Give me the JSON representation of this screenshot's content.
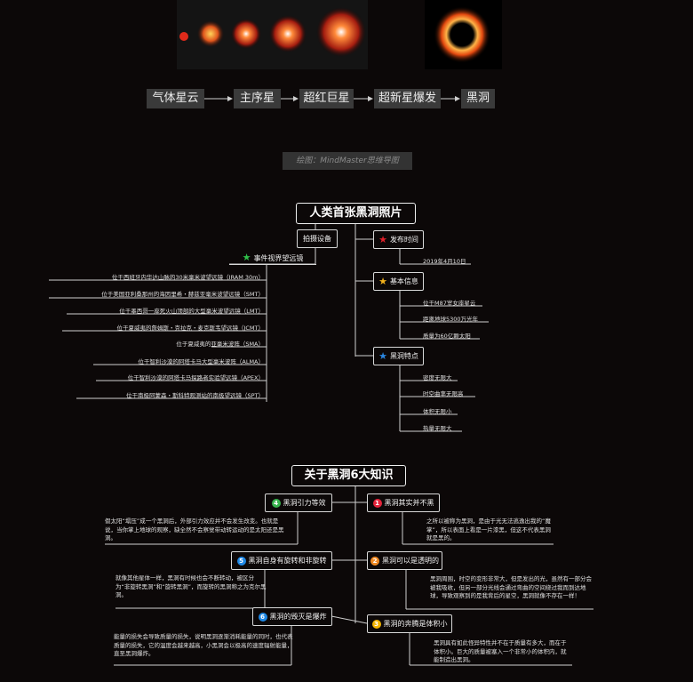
{
  "evolution": {
    "stages": [
      "气体星云",
      "主序星",
      "超红巨星",
      "超新星爆发",
      "黑洞"
    ]
  },
  "credit": "绘图：MindMaster思维导图",
  "map1": {
    "root": "人类首张黑洞照片",
    "equipment": {
      "label": "拍摄设备",
      "telescope": {
        "label": "事件视界望远镜",
        "items": [
          "位于西班牙内华达山脉的30米毫米波望远镜（IRAM 30m）",
          "位于美国亚利桑那州的海因里希・赫兹亚毫米波望远镜（SMT）",
          "位于墨西哥一座死火山顶部的大型毫米波望远镜（LMT）",
          "位于夏威夷的詹姆斯・克拉克・麦克斯韦望远镜（JCMT）",
          "位于夏威夷的亚毫米波阵（SMA）",
          "位于智利沙漠的阿塔卡马大型毫米波阵（ALMA）",
          "位于智利沙漠的阿塔卡马探路者实验望远镜（APEX）",
          "位于南极阿蒙森・斯科特观测站的南极望远镜（SPT）"
        ]
      }
    },
    "release": {
      "label": "发布时间",
      "items": [
        "2019年4月10日"
      ]
    },
    "basic": {
      "label": "基本信息",
      "items": [
        "位于M87室女座星云",
        "距离地球5300万光年",
        "质量为60亿颗太阳"
      ]
    },
    "features": {
      "label": "黑洞特点",
      "items": [
        "密度无限大",
        "时空曲率无限高",
        "体积无限小",
        "热量无限大"
      ]
    }
  },
  "map2": {
    "root": "关于黑洞6大知识",
    "k1": {
      "num": "1",
      "label": "黑洞其实并不黑",
      "text": "之所以被称为黑洞，是由于光无法逃逸出我的“魔掌”，所以表面上看是一片漆黑，但这不代表黑洞就是黑的。"
    },
    "k2": {
      "num": "2",
      "label": "黑洞可以是透明的",
      "text": "黑洞周围，时空的变形非常大，但是发出的光，虽然有一部分会被我吸收，但另一部分光线会通过弯曲的空间绕过我而到达地球，导致观察到的是我背后的星空，黑洞就像不存在一样！"
    },
    "k3": {
      "num": "3",
      "label": "黑洞的奔腾是体积小",
      "text": "黑洞具有如此怪异特性并不在于质量有多大，而在于体积小。巨大的质量被塞入一个非常小的体积内，就能制造出黑洞。"
    },
    "k4": {
      "num": "4",
      "label": "黑洞引力等效",
      "text": "假太阳“塌压”成一个黑洞后，外部引力效应并不会发生改变。也就是说，当你掌上地球的观察，缺全然不会察觉带动转运动的是太阳还是黑洞。"
    },
    "k5": {
      "num": "5",
      "label": "黑洞自身有旋转和非旋转",
      "text": "就像其他星体一样，黑洞有时候也会不断转动，被区分为“非旋转黑洞”和“旋转黑洞”，而旋转的黑洞称之为克尔黑洞。"
    },
    "k6": {
      "num": "6",
      "label": "黑洞的毁灭是爆炸",
      "text": "能量的损失会导致质量的损失，说明黑洞逐渐消耗能量的同时，也代表质量的损失，它的温度会越来越高，小黑洞会以极高的速度辐射能量，直至黑洞爆炸。"
    }
  },
  "colors": {
    "star_green": "#2fbf4a",
    "star_red": "#e0202a",
    "star_gold": "#f3b21c",
    "star_blue": "#2a86e0",
    "b1": "#e5243b",
    "b2": "#f08a24",
    "b3": "#f4b400",
    "b4": "#37b24d",
    "b5": "#1e88e5",
    "b6": "#1e88e5"
  }
}
